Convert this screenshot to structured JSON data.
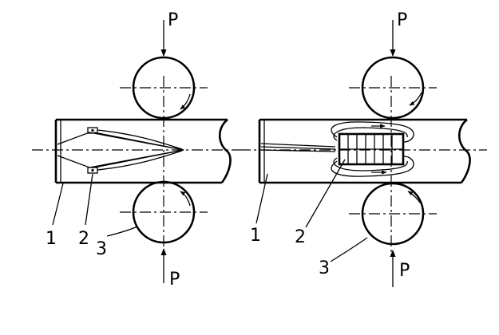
{
  "figure": {
    "left_panel": {
      "force_top": "P",
      "force_bottom": "P",
      "callouts": [
        "1",
        "2",
        "3"
      ]
    },
    "right_panel": {
      "force_top": "P",
      "force_bottom": "P",
      "callouts": [
        "1",
        "2",
        "3"
      ]
    }
  }
}
